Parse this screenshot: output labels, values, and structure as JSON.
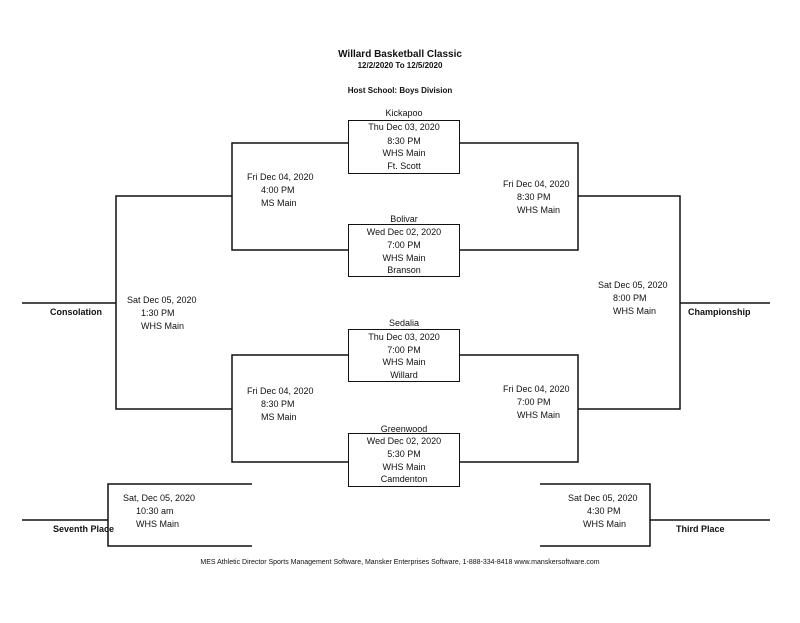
{
  "header": {
    "title": "Willard Basketball Classic",
    "dates": "12/2/2020 To 12/5/2020",
    "division": "Host School:  Boys Division"
  },
  "games": {
    "g1": {
      "team_top": "Kickapoo",
      "date": "Thu Dec 03, 2020",
      "time": "8:30 PM",
      "location": "WHS Main",
      "team_bottom": "Ft. Scott"
    },
    "g2": {
      "team_top": "Bolivar",
      "date": "Wed Dec 02, 2020",
      "time": "7:00 PM",
      "location": "WHS Main",
      "team_bottom": "Branson"
    },
    "g3": {
      "team_top": "Sedalia",
      "date": "Thu Dec 03, 2020",
      "time": "7:00 PM",
      "location": "WHS Main",
      "team_bottom": "Willard"
    },
    "g4": {
      "team_top": "Greenwood",
      "date": "Wed Dec 02, 2020",
      "time": "5:30 PM",
      "location": "WHS Main",
      "team_bottom": "Camdenton"
    }
  },
  "semis": {
    "cons_upper": {
      "date": "Fri Dec 04, 2020",
      "time": "4:00 PM",
      "location": "MS Main"
    },
    "cons_lower": {
      "date": "Fri Dec 04, 2020",
      "time": "8:30 PM",
      "location": "MS Main"
    },
    "champ_upper": {
      "date": "Fri Dec 04, 2020",
      "time": "8:30 PM",
      "location": "WHS Main"
    },
    "champ_lower": {
      "date": "Fri Dec 04, 2020",
      "time": "7:00 PM",
      "location": "WHS Main"
    }
  },
  "finals": {
    "consolation": {
      "label": "Consolation",
      "date": "Sat Dec 05, 2020",
      "time": "1:30 PM",
      "location": "WHS Main"
    },
    "championship": {
      "label": "Championship",
      "date": "Sat Dec 05, 2020",
      "time": "8:00 PM",
      "location": "WHS Main"
    },
    "seventh": {
      "label": "Seventh Place",
      "date": "Sat, Dec 05, 2020",
      "time": "10:30 am",
      "location": "WHS Main"
    },
    "third": {
      "label": "Third Place",
      "date": "Sat Dec 05, 2020",
      "time": "4:30 PM",
      "location": "WHS Main"
    }
  },
  "footer": {
    "text": "MES Athletic Director Sports Management Software, Mansker Enterprises Software, 1-888-334-8418  www.manskersoftware.com"
  }
}
